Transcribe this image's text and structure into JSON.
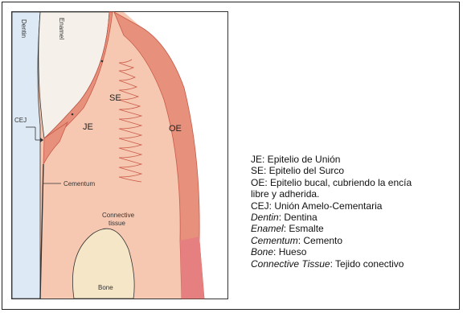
{
  "diagram": {
    "labels": {
      "dentin": "Dentin",
      "enamel": "Enamel",
      "se": "SE",
      "je": "JE",
      "oe": "OE",
      "cej": "CEJ",
      "cementum": "Cementum",
      "connective_line1": "Connective",
      "connective_line2": "tissue",
      "bone": "Bone"
    },
    "colors": {
      "dentin": "#dde9f4",
      "enamel": "#f5f1ea",
      "connective": "#f7c8b1",
      "epithelium": "#e7917c",
      "epithelium_edge": "#c85a49",
      "oral_epi_lower": "#e57f80",
      "bone": "#f5e6c8",
      "outline": "#333333"
    }
  },
  "legend": {
    "je_term": "JE",
    "je_def": ": Epitelio de Unión",
    "se_term": "SE",
    "se_def": ": Epitelio del Surco",
    "oe_term": "OE",
    "oe_def": ": Epitelio bucal, cubriendo la encía",
    "oe_def2": "libre y adherida.",
    "cej_term": "CEJ",
    "cej_def": ": Unión Amelo-Cementaria",
    "dentin_term": "Dentin",
    "dentin_def": ": Dentina",
    "enamel_term": "Enamel",
    "enamel_def": ": Esmalte",
    "cementum_term": "Cementum",
    "cementum_def": ": Cemento",
    "bone_term": "Bone",
    "bone_def": ": Hueso",
    "ct_term": "Connective Tissue",
    "ct_def": ": Tejido conectivo"
  }
}
